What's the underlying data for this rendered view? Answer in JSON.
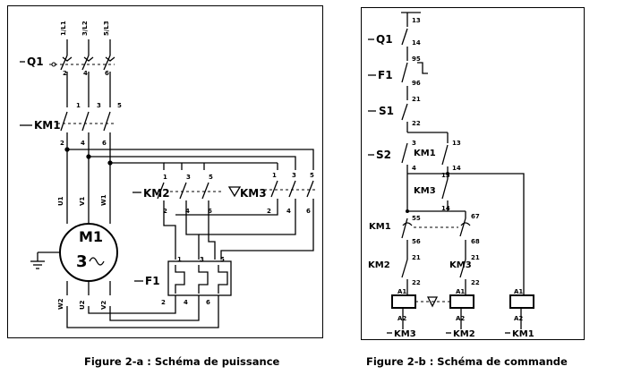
{
  "power": {
    "phases": [
      "1/L1",
      "3/L2",
      "5/L3"
    ],
    "q1": "Q1",
    "km1": "KM1",
    "km2": "KM2",
    "km3": "KM3",
    "f1": "F1",
    "motor_name": "M1",
    "motor_phase": "3",
    "motor_term_top": [
      "U1",
      "V1",
      "W1"
    ],
    "motor_term_bottom": [
      "W2",
      "U2",
      "V2"
    ],
    "t_top": [
      "1",
      "3",
      "5"
    ],
    "t_bot": [
      "2",
      "4",
      "6"
    ]
  },
  "control": {
    "q1": "Q1",
    "f1": "F1",
    "s1": "S1",
    "s2": "S2",
    "km1": "KM1",
    "km2": "KM2",
    "km3": "KM3",
    "n13": "13",
    "n14": "14",
    "n95": "95",
    "n96": "96",
    "n21": "21",
    "n22": "22",
    "n3": "3",
    "n4": "4",
    "n55": "55",
    "n56": "56",
    "n67": "67",
    "n68": "68",
    "a1": "A1",
    "a2": "A2"
  },
  "captions": {
    "a": "Figure 2-a : Schéma de puissance",
    "b": "Figure 2-b : Schéma de commande"
  }
}
